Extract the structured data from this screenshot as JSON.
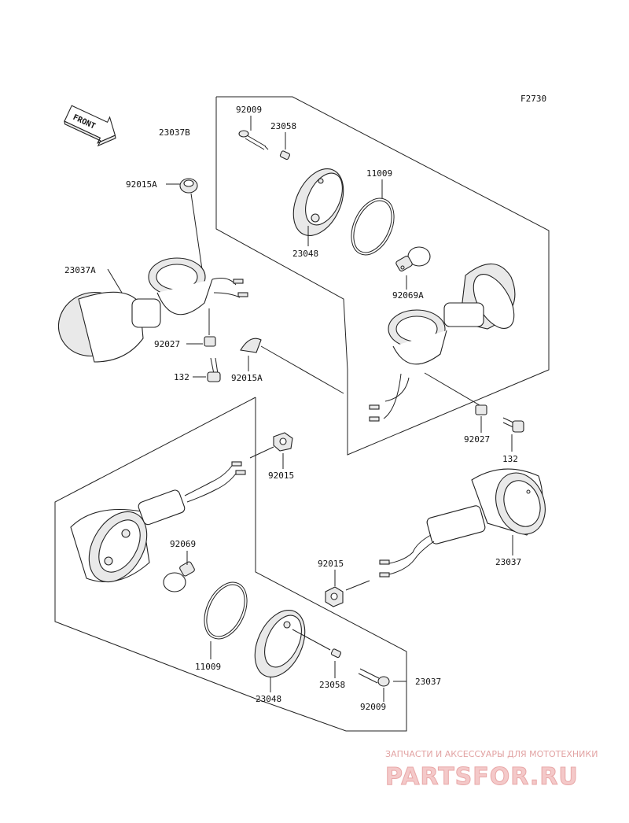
{
  "diagram_code": "F2730",
  "front_label": "FRONT",
  "labels": {
    "top_92009": "92009",
    "top_23058": "23058",
    "top_23037B": "23037B",
    "top_11009": "11009",
    "top_92015A": "92015A",
    "top_23048": "23048",
    "left_23037A": "23037A",
    "top_92069A": "92069A",
    "left_92027": "92027",
    "left_132": "132",
    "mid_92015A": "92015A",
    "right_92027": "92027",
    "right_132": "132",
    "mid_92015": "92015",
    "left_92069": "92069",
    "right_23037": "23037",
    "right_92015": "92015",
    "bottom_11009": "11009",
    "bottom_23048": "23048",
    "bottom_23058": "23058",
    "bottom_92009": "92009",
    "bottom_23037": "23037"
  },
  "watermark": {
    "tagline": "ЗАПЧАСТИ И АКСЕССУАРЫ ДЛЯ МОТОТЕХНИКИ",
    "brand": "PARTSFOR.RU"
  },
  "colors": {
    "line": "#222222",
    "watermark": "#e8a7a7"
  }
}
